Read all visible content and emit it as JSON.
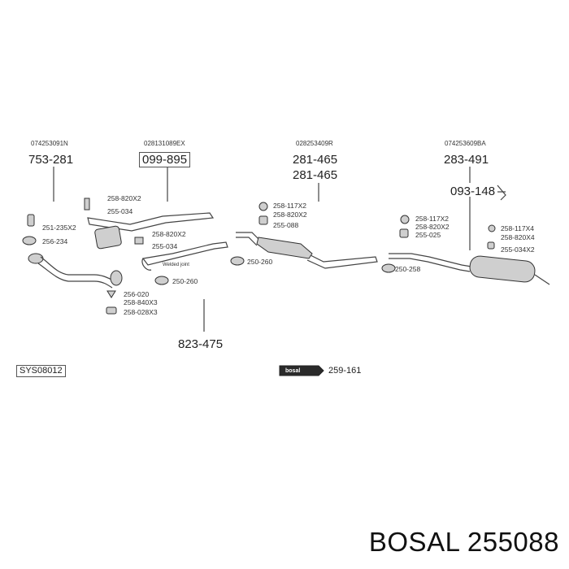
{
  "groups": [
    {
      "oe_number": "074253091N",
      "part_numbers": [
        "753-281"
      ],
      "items": [
        "251-235X2",
        "256-234",
        "256-020",
        "258-840X3",
        "258-028X3"
      ]
    },
    {
      "oe_number": "028131089EX",
      "part_numbers": [
        "099-895"
      ],
      "items": [
        "258-820X2",
        "255-034",
        "258-820X2",
        "255-034",
        "Welded joint",
        "250-260"
      ]
    },
    {
      "oe_number": "028253409R",
      "part_numbers": [
        "281-465",
        "281-465"
      ],
      "items": [
        "258-117X2",
        "258-820X2",
        "255-088",
        "250-260"
      ]
    },
    {
      "oe_number": "074253609BA",
      "part_numbers": [
        "283-491",
        "093-148"
      ],
      "items": [
        "258-117X2",
        "258-820X2",
        "255-025",
        "250-258",
        "258-117X4",
        "258-820X4",
        "255-034X2"
      ]
    }
  ],
  "bottom_part": "823-475",
  "system_code": "SYS08012",
  "accessory": {
    "brand": "bosal",
    "part_number": "259-161"
  },
  "footer_title": "BOSAL 255088"
}
